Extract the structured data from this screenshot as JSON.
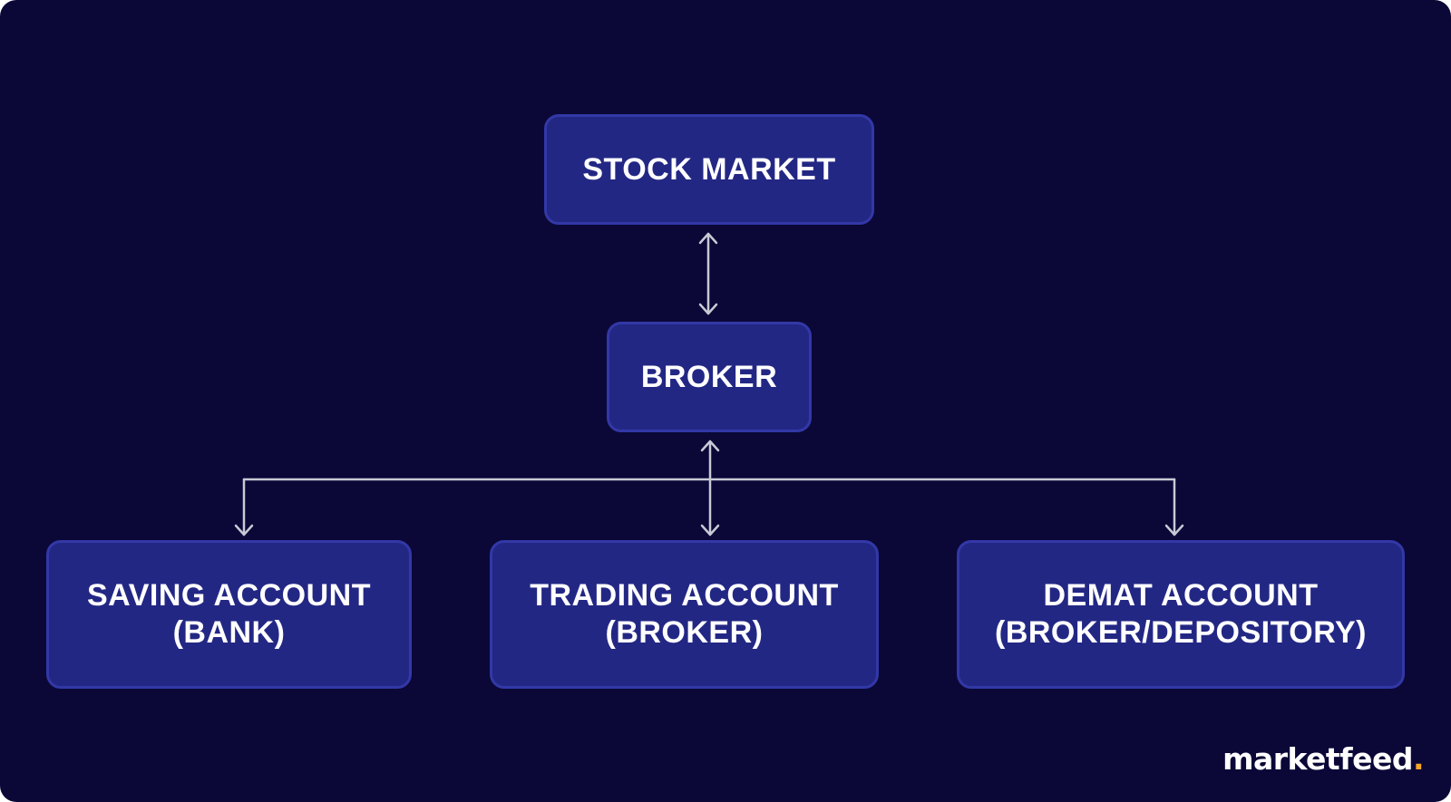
{
  "diagram": {
    "nodes": {
      "stock_market": {
        "label": "STOCK MARKET"
      },
      "broker": {
        "label": "BROKER"
      },
      "saving_account": {
        "line1": "SAVING ACCOUNT",
        "line2": "(BANK)"
      },
      "trading_account": {
        "line1": "TRADING ACCOUNT",
        "line2": "(BROKER)"
      },
      "demat_account": {
        "line1": "DEMAT ACCOUNT",
        "line2": "(BROKER/DEPOSITORY)"
      }
    },
    "edges": [
      {
        "from": "stock_market",
        "to": "broker",
        "direction": "both"
      },
      {
        "from": "broker",
        "to": "saving_account",
        "direction": "forward"
      },
      {
        "from": "broker",
        "to": "trading_account",
        "direction": "both"
      },
      {
        "from": "broker",
        "to": "demat_account",
        "direction": "forward"
      }
    ]
  },
  "branding": {
    "logo_text": "marketfeed",
    "logo_dot": "."
  },
  "colors": {
    "background": "#0b0838",
    "node_fill": "#232784",
    "node_border": "#3238a6",
    "connector": "#c9c9d4",
    "logo_accent": "#f5a623"
  }
}
